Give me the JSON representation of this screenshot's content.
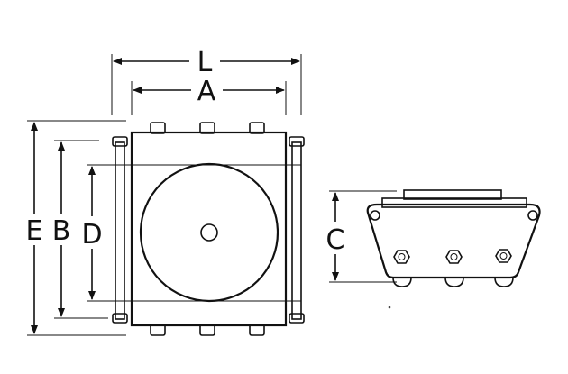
{
  "labels": {
    "L": "L",
    "A": "A",
    "E": "E",
    "B": "B",
    "D": "D",
    "C": "C"
  },
  "colors": {
    "line": "#111111",
    "background": "#ffffff",
    "body_fill": "#ffffff",
    "shade": "#d8d8d8"
  }
}
